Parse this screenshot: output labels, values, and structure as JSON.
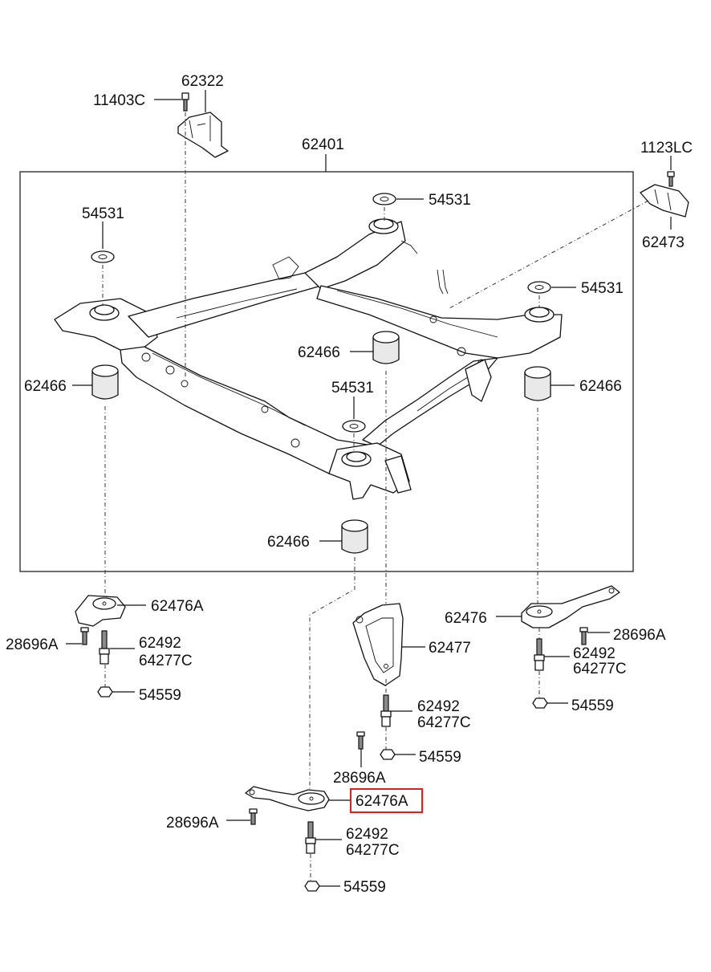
{
  "diagram": {
    "callouts": {
      "c_62322": "62322",
      "c_11403C": "11403C",
      "c_62401": "62401",
      "c_1123LC": "1123LC",
      "c_62473": "62473",
      "c_54531_tc": "54531",
      "c_54531_l": "54531",
      "c_54531_r": "54531",
      "c_54531_c": "54531",
      "c_62466_c": "62466",
      "c_62466_l": "62466",
      "c_62466_r": "62466",
      "c_62466_b": "62466",
      "c_62476A_l": "62476A",
      "c_28696A_l": "28696A",
      "c_62492_l": "62492",
      "c_64277C_l": "64277C",
      "c_54559_l": "54559",
      "c_62477": "62477",
      "c_62492_c": "62492",
      "c_64277C_c": "64277C",
      "c_54559_c": "54559",
      "c_28696A_c": "28696A",
      "c_62476": "62476",
      "c_28696A_r": "28696A",
      "c_62492_r": "62492",
      "c_64277C_r": "64277C",
      "c_54559_r": "54559",
      "c_62476A_b": "62476A",
      "c_28696A_b": "28696A",
      "c_62492_b": "62492",
      "c_64277C_b": "64277C",
      "c_54559_b": "54559"
    },
    "highlight_color": "#e02020"
  }
}
